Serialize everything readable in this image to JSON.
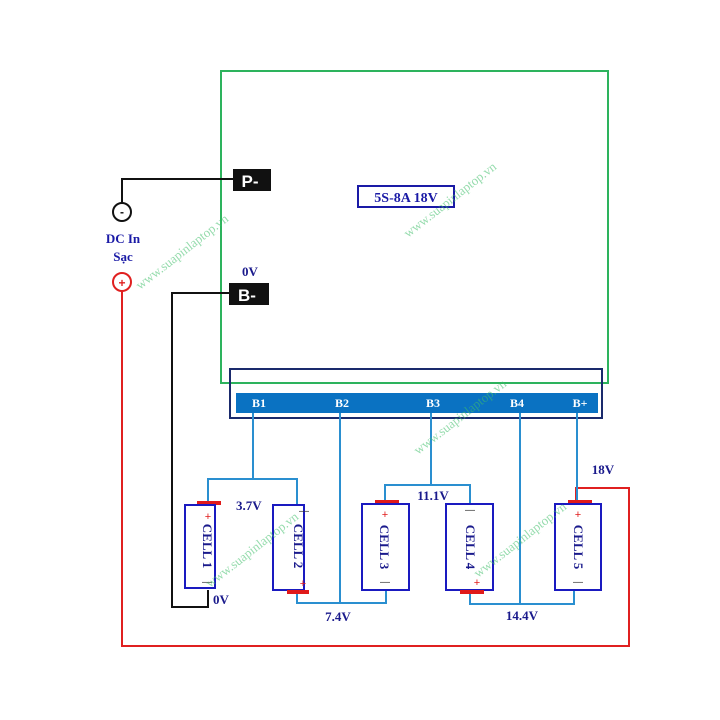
{
  "board": {
    "label": "5S-8A 18V",
    "border_color": "#2db35d",
    "label_color": "#1a1aa6"
  },
  "terminals": {
    "p_minus": "P-",
    "b_minus": "B-",
    "b_minus_voltage": "0V"
  },
  "dc_input": {
    "label_line1": "DC In",
    "label_line2": "Sạc",
    "negative_symbol": "-",
    "positive_symbol": "+"
  },
  "connector": {
    "bar_color": "#0a72c2",
    "pins": [
      "B1",
      "B2",
      "B3",
      "B4",
      "B+"
    ]
  },
  "cells": [
    {
      "label": "CELL 1",
      "top_symbol": "+",
      "bottom_symbol": "—"
    },
    {
      "label": "CELL 2",
      "top_symbol": "—",
      "bottom_symbol": "+"
    },
    {
      "label": "CELL 3",
      "top_symbol": "+",
      "bottom_symbol": "—"
    },
    {
      "label": "CELL 4",
      "top_symbol": "—",
      "bottom_symbol": "+"
    },
    {
      "label": "CELL 5",
      "top_symbol": "+",
      "bottom_symbol": "—"
    }
  ],
  "voltages": {
    "cell1_bottom": "0V",
    "b1": "3.7V",
    "b2": "7.4V",
    "b3": "11.1V",
    "b4": "14.4V",
    "b_plus": "18V"
  },
  "watermark": "www.suapinlaptop.vn",
  "colors": {
    "wire_blue": "#2a8fd0",
    "wire_black": "#111111",
    "wire_red": "#e02020",
    "cell_border": "#1a1ac0",
    "terminal_cap": "#e01a1a"
  }
}
